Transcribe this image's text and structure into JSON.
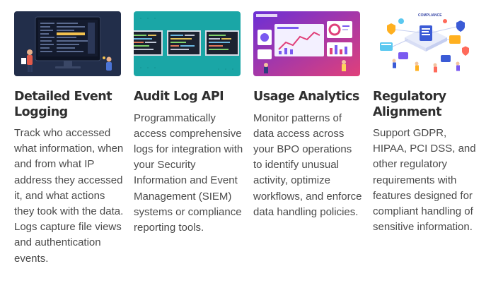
{
  "cards": [
    {
      "image_icon": "monitor-dashboard-illustration",
      "title": "Detailed Event Logging",
      "description": "Track who accessed what information, when and from what IP address they accessed it, and what actions they took with the data. Logs capture file views and authentication events."
    },
    {
      "image_icon": "code-screens-illustration",
      "title": "Audit Log API",
      "description": "Programmatically access comprehensive logs for integration with your Security Information and Event Management (SIEM) systems or compliance reporting tools."
    },
    {
      "image_icon": "analytics-dashboard-illustration",
      "title": "Usage Analytics",
      "description": "Monitor patterns of data access across your BPO operations to identify unusual activity, optimize workflows, and enforce data handling policies."
    },
    {
      "image_icon": "compliance-isometric-illustration",
      "title": "Regulatory Alignment",
      "description": "Support GDPR, HIPAA, PCI DSS, and other regulatory requirements with features designed for compliant handling of sensitive information.",
      "image_caption": "COMPLIANCE"
    }
  ],
  "colors": {
    "title": "#2f2f2f",
    "body": "#4a4a4a",
    "thumb1_bg": "#1f2a45",
    "thumb2_bg": "#1aa6a6",
    "thumb3_bg_start": "#6b2fd6",
    "thumb3_bg_end": "#e0407a",
    "thumb4_bg": "#ffffff"
  }
}
